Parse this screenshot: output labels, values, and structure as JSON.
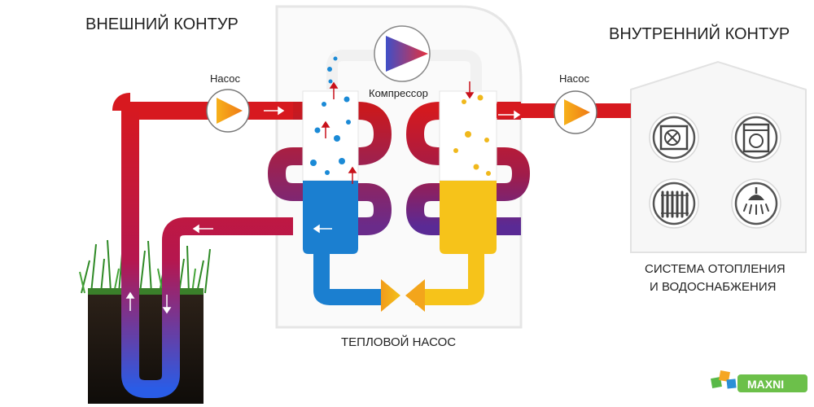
{
  "labels": {
    "outer_circuit": "ВНЕШНИЙ КОНТУР",
    "inner_circuit": "ВНУТРЕННИЙ КОНТУР",
    "pump_left": "Насос",
    "pump_right": "Насос",
    "compressor": "Компрессор",
    "heat_pump": "ТЕПЛОВОЙ НАСОС",
    "system_line1": "СИСТЕМА ОТОПЛЕНИЯ",
    "system_line2": "И ВОДОСНАБЖЕНИЯ",
    "logo_text": "MAXNI"
  },
  "icons": [
    "air-conditioner-icon",
    "washing-machine-icon",
    "radiator-icon",
    "shower-icon"
  ],
  "colors": {
    "hot_pipe": "#d7191f",
    "cold_pipe": "#1f6fe0",
    "mixed_pipe": "#7a2a86",
    "evaporator": "#1b7fd0",
    "condenser": "#f6c31a",
    "pump_orange": "#f4a21a"
  }
}
